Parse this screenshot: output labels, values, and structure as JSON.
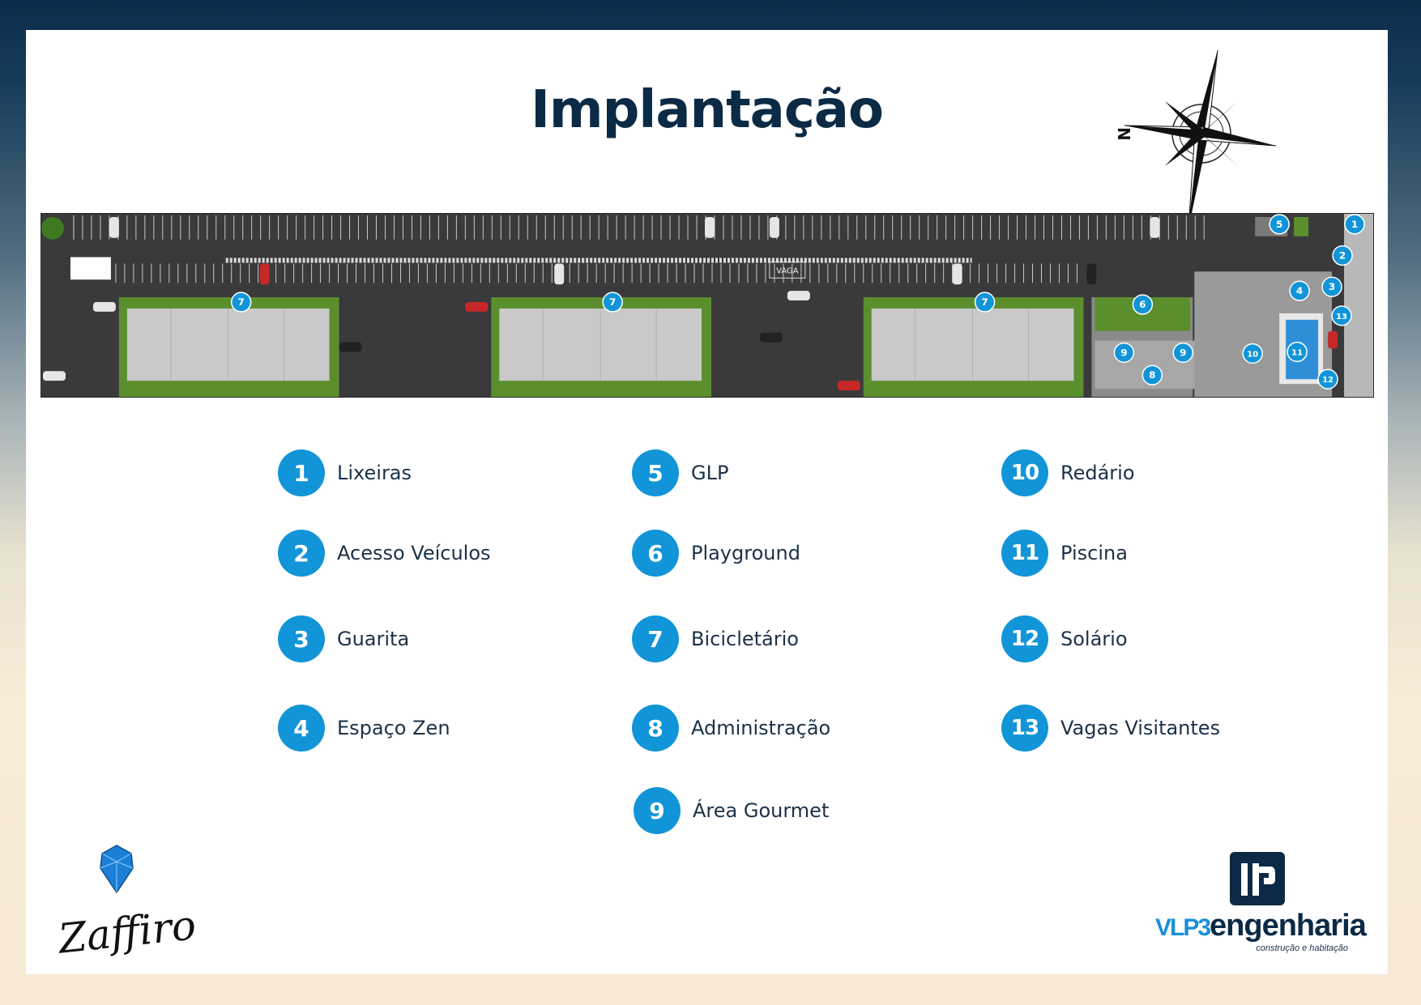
{
  "page": {
    "title": "Implantação"
  },
  "compass": {
    "north_label": "N"
  },
  "plan": {
    "vaga_label": "VAGA",
    "markers": [
      "1",
      "2",
      "3",
      "4",
      "5",
      "6",
      "7",
      "7",
      "7",
      "8",
      "9",
      "9",
      "10",
      "11",
      "12",
      "13"
    ]
  },
  "legend": [
    {
      "number": "1",
      "label": "Lixeiras"
    },
    {
      "number": "2",
      "label": "Acesso Veículos"
    },
    {
      "number": "3",
      "label": "Guarita"
    },
    {
      "number": "4",
      "label": "Espaço Zen"
    },
    {
      "number": "5",
      "label": "GLP"
    },
    {
      "number": "6",
      "label": "Playground"
    },
    {
      "number": "7",
      "label": "Bicicletário"
    },
    {
      "number": "8",
      "label": "Administração"
    },
    {
      "number": "9",
      "label": "Área Gourmet"
    },
    {
      "number": "10",
      "label": "Redário"
    },
    {
      "number": "11",
      "label": "Piscina"
    },
    {
      "number": "12",
      "label": "Solário"
    },
    {
      "number": "13",
      "label": "Vagas Visitantes"
    }
  ],
  "branding": {
    "left_logo": "Zaffiro",
    "right_logo_prefix": "VLP3",
    "right_logo_main": "engenharia",
    "right_logo_tagline": "construção e habitação"
  },
  "colors": {
    "accent": "#1295d8",
    "navy": "#0b2a45",
    "lawn": "#5b8f2e",
    "asphalt": "#3a3a3c",
    "pool": "#2f8fd6"
  }
}
